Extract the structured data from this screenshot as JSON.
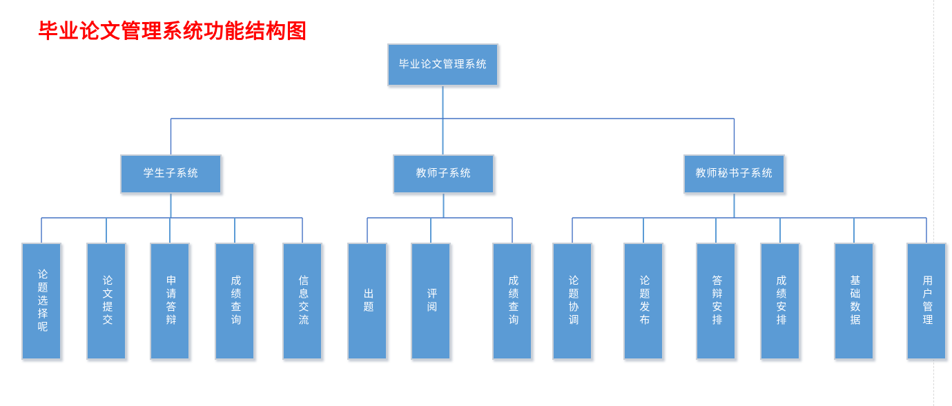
{
  "title": "毕业论文管理系统功能结构图",
  "root": {
    "label": "毕业论文管理系统"
  },
  "groups": [
    {
      "label": "学生子系统",
      "children": [
        "论题选择呢",
        "论文提交",
        "申请答辩",
        "成绩查询",
        "信息交流"
      ]
    },
    {
      "label": "教师子系统",
      "children": [
        "出题",
        "评阅",
        "成绩查询"
      ]
    },
    {
      "label": "教师秘书子系统",
      "children": [
        "论题协调",
        "论题发布",
        "答辩安排",
        "成绩安排",
        "基础数据",
        "用户管理"
      ]
    }
  ],
  "colors": {
    "background": "#ffffff",
    "title_text": "#ff0000",
    "box_fill": "#5b9bd5",
    "box_border": "#c9cfd7",
    "box_text": "#ffffff",
    "connector_dark": "#4472c4",
    "connector_light": "#5b9bd5",
    "margin_guide": "#d9d9d9"
  }
}
